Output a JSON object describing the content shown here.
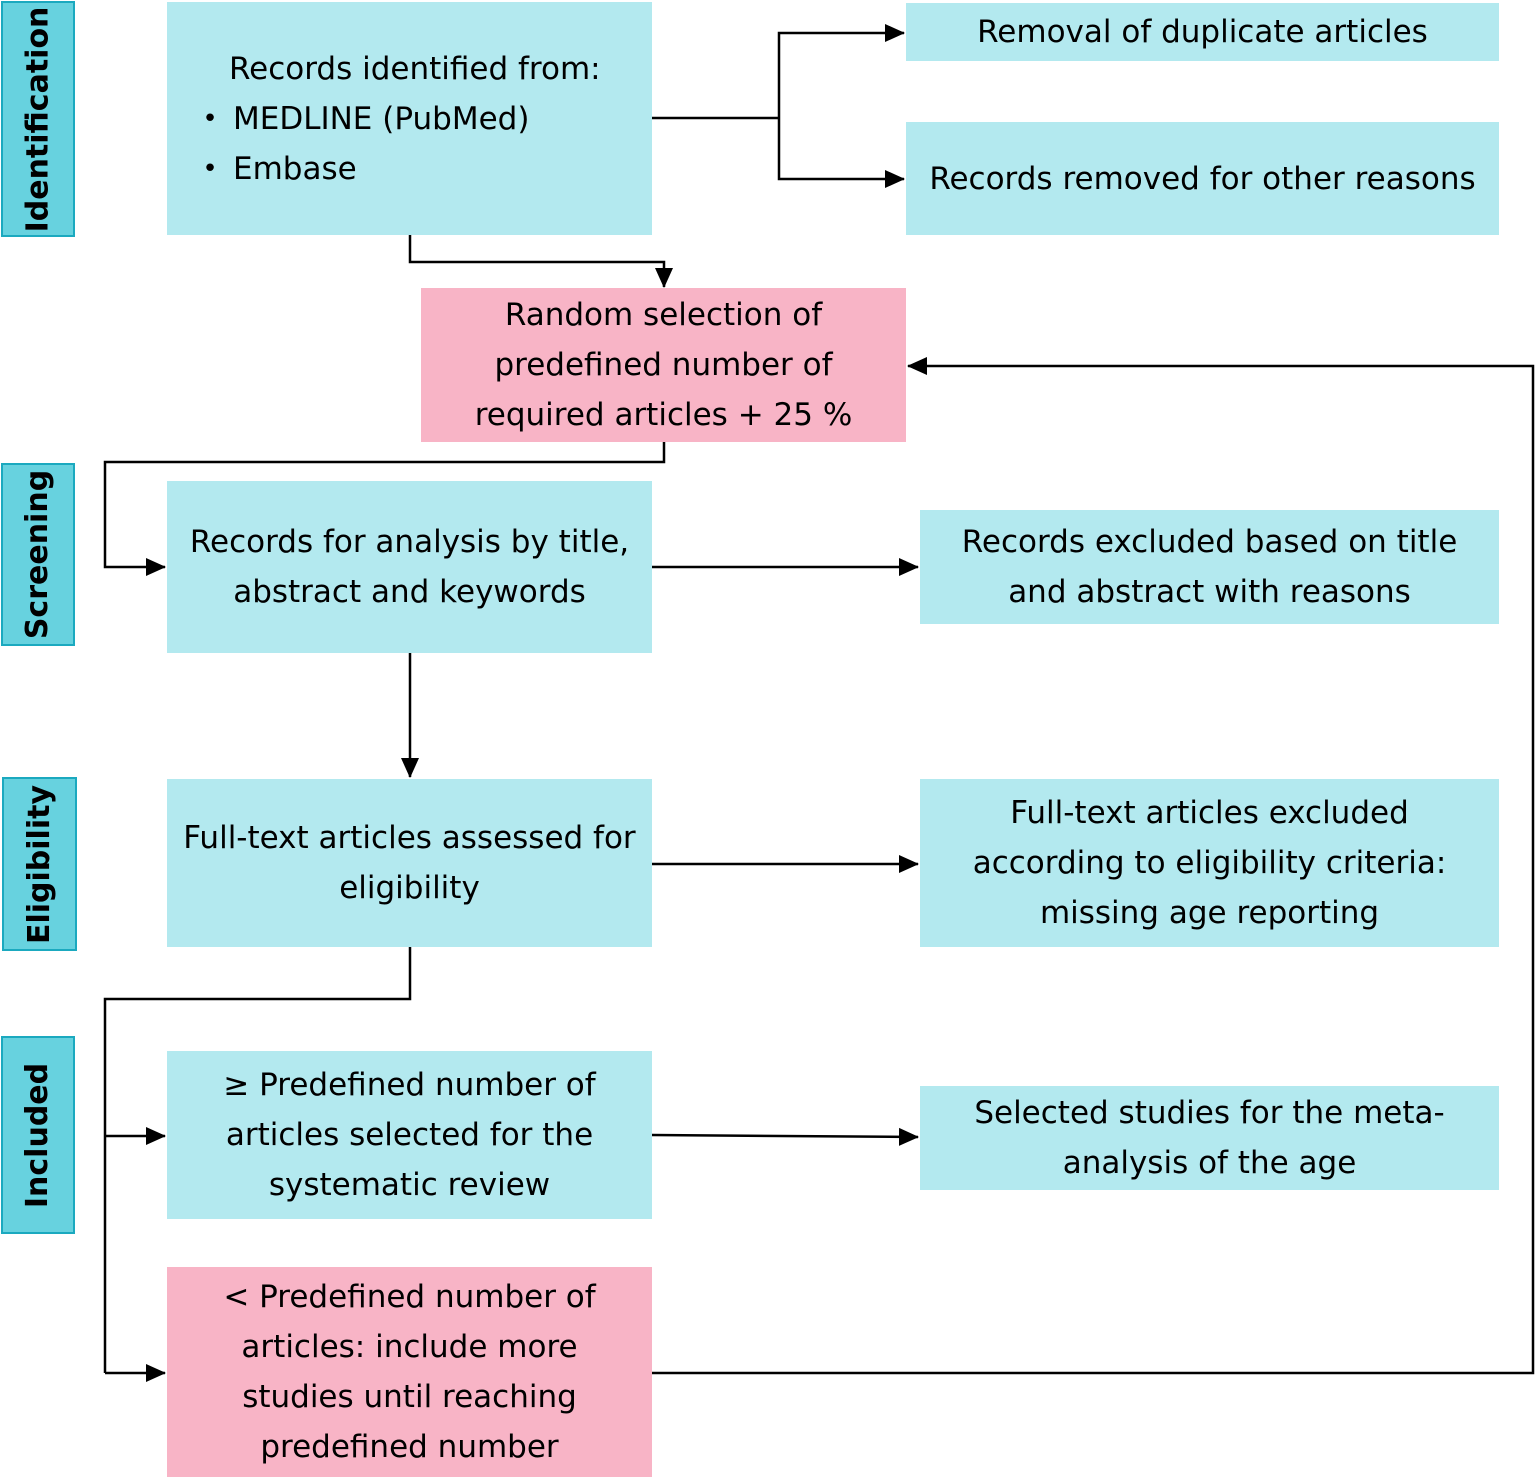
{
  "diagram": {
    "type": "flowchart",
    "stages": [
      {
        "id": "identification",
        "label": "Identification"
      },
      {
        "id": "screening",
        "label": "Screening"
      },
      {
        "id": "eligibility",
        "label": "Eligibility"
      },
      {
        "id": "included",
        "label": "Included"
      }
    ],
    "colors": {
      "stage_fill": "#67d2df",
      "stage_border": "#1ba9bf",
      "process_fill": "#b3e9ef",
      "decision_fill": "#f8b4c6",
      "connector": "#000000"
    },
    "nodes": {
      "records_identified": {
        "title": "Records identified from:",
        "bullets": [
          "MEDLINE (PubMed)",
          "Embase"
        ]
      },
      "removal_duplicates": {
        "lines": [
          "Removal of duplicate articles"
        ]
      },
      "records_removed_other": {
        "lines": [
          "Records removed for other reasons"
        ]
      },
      "random_selection": {
        "lines": [
          "Random selection of",
          "predefined number of",
          "required articles + 25 %"
        ]
      },
      "records_for_analysis": {
        "lines": [
          "Records for analysis by title,",
          "abstract and keywords"
        ]
      },
      "records_excluded": {
        "lines": [
          "Records excluded based on title",
          "and abstract with reasons"
        ]
      },
      "fulltext_assessed": {
        "lines": [
          "Full-text articles assessed for",
          "eligibility"
        ]
      },
      "fulltext_excluded": {
        "lines": [
          "Full-text articles excluded",
          "according to eligibility criteria:",
          "missing age reporting"
        ]
      },
      "geq_predefined": {
        "lines": [
          "≥ Predefined number of",
          "articles selected for the",
          "systematic review"
        ]
      },
      "selected_meta": {
        "lines": [
          "Selected studies for the meta-",
          "analysis of the age"
        ]
      },
      "lt_predefined": {
        "lines": [
          "< Predefined number of",
          "articles: include more",
          "studies until reaching",
          "predefined number"
        ]
      }
    },
    "edges": [
      {
        "from": "records_identified",
        "to": "removal_duplicates"
      },
      {
        "from": "records_identified",
        "to": "records_removed_other"
      },
      {
        "from": "records_identified",
        "to": "random_selection"
      },
      {
        "from": "random_selection",
        "to": "records_for_analysis"
      },
      {
        "from": "records_for_analysis",
        "to": "records_excluded"
      },
      {
        "from": "records_for_analysis",
        "to": "fulltext_assessed"
      },
      {
        "from": "fulltext_assessed",
        "to": "fulltext_excluded"
      },
      {
        "from": "fulltext_assessed",
        "to": "geq_predefined"
      },
      {
        "from": "fulltext_assessed",
        "to": "lt_predefined"
      },
      {
        "from": "geq_predefined",
        "to": "selected_meta"
      },
      {
        "from": "lt_predefined",
        "to": "random_selection"
      }
    ]
  }
}
